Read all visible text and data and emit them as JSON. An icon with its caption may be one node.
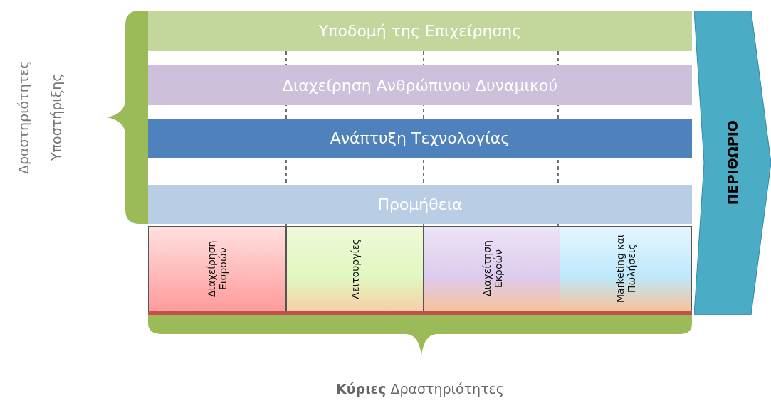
{
  "diagram": {
    "nodes": [
      {
        "text": [
          "Υποδομή της Επιχείρησης"
        ]
      },
      {
        "text": [
          "Διαχείρηση Ανθρώπινου Δυναμικού"
        ]
      },
      {
        "text": [
          "Ανάπτυξη Τεχνολογίας"
        ]
      },
      {
        "text": [
          "Προμήθεια"
        ]
      },
      {
        "text": [
          "Διαχείρηση Εισροών"
        ]
      },
      {
        "text": [
          "Λειτουργίες"
        ]
      },
      {
        "text": [
          "Διαχείτηση Εκροών"
        ]
      },
      {
        "text": [
          "Marketing και Πωλήσεις"
        ]
      },
      {
        "text": [
          "ΠΕΡΙΘΩΡΙΟ"
        ]
      }
    ],
    "labels": [
      "Δραστηριότητες Υποστήριξης",
      "**Κύριες** Δραστηριότητες"
    ]
  }
}
